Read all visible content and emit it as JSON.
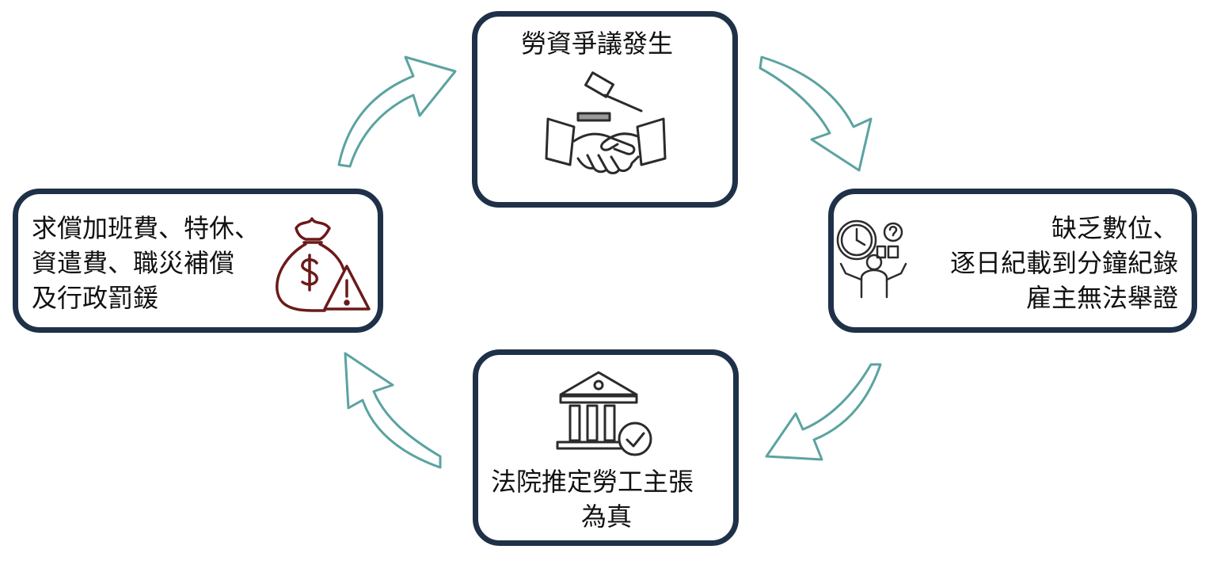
{
  "nodes": {
    "top": {
      "lines": [
        "勞資爭議發生"
      ],
      "icon": "gavel-handshake-icon"
    },
    "right": {
      "lines": [
        "缺乏數位、",
        "逐日紀載到分鐘紀錄",
        "雇主無法舉證"
      ],
      "icon": "clock-confused-person-icon"
    },
    "bottom": {
      "lines": [
        "法院推定勞工主張",
        "為真"
      ],
      "icon": "courthouse-check-icon"
    },
    "left": {
      "lines": [
        "求償加班費、特休、",
        "資遣費、職災補償",
        "及行政罰鍰"
      ],
      "icon": "money-bag-warning-icon"
    }
  },
  "colors": {
    "border": "#1f3148",
    "arrow": "#5ba3a1",
    "icon_dark": "#2b2b2b",
    "icon_red": "#6b1a1a"
  }
}
